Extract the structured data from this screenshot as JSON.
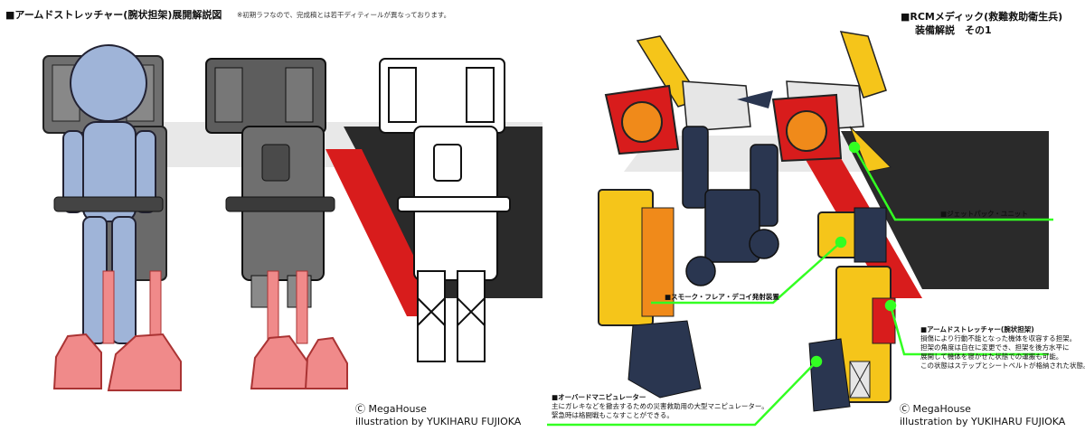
{
  "left": {
    "title": "■アームドストレッチャー(腕状担架)展開解説図",
    "note": "※初期ラフなので、完成稿とは若干ディティールが異なっております。",
    "credit": {
      "line1": "Ⓒ MegaHouse",
      "line2": "illustration by YUKIHARU FUJIOKA"
    }
  },
  "right": {
    "title": "■RCMメディック(救難救助衛生兵)",
    "subtitle": "装備解説　その1",
    "credit": {
      "line1": "Ⓒ MegaHouse",
      "line2": "illustration by YUKIHARU FUJIOKA"
    },
    "callouts": {
      "jetpack": "■ジェットパック・ユニット",
      "smoke": "■スモーク・フレア・デコイ発射装置",
      "stretcher": {
        "title": "■アームドストレッチャー(腕状担架)",
        "lines": [
          "損傷により行動不能となった機体を収容する担架。",
          "担架の角度は自在に変更でき、担架を後方水平に",
          "展開して機体を寝かせた状態での運搬も可能。",
          "この状態はステップとシートベルトが格納された状態。"
        ]
      },
      "manipulator": {
        "title": "■オーバードマニピュレーター",
        "lines": [
          "主にガレキなどを撤去するための災害救助用の大型マニピュレーター。",
          "緊急時は格闘戦もこなすことができる。"
        ]
      }
    }
  },
  "colors": {
    "leader": "#33ff22",
    "figure_blue": "#9fb4d8",
    "figure_red": "#f08a8a",
    "gray_body": "#6f6f6f",
    "navy": "#2a3650",
    "yellow": "#f5c51a",
    "orange": "#f08a1a",
    "red": "#d81c1c"
  }
}
